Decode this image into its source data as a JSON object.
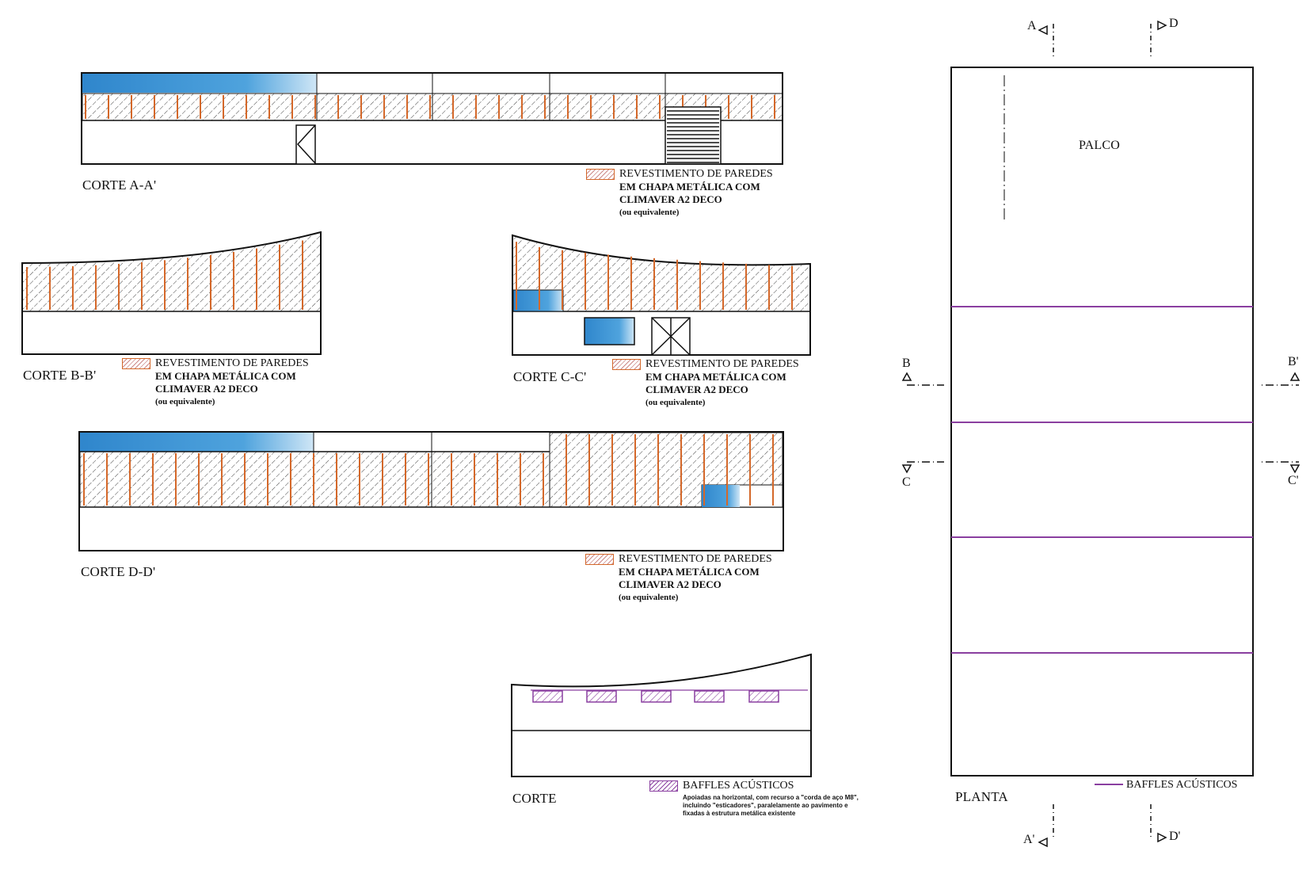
{
  "sections": {
    "aa": {
      "label": "CORTE A-A'"
    },
    "bb": {
      "label": "CORTE B-B'"
    },
    "cc": {
      "label": "CORTE C-C'"
    },
    "dd": {
      "label": "CORTE D-D'"
    },
    "corte": {
      "label": "CORTE"
    },
    "planta": {
      "label": "PLANTA",
      "room_label": "PALCO"
    }
  },
  "legend_wall": {
    "line1": "REVESTIMENTO DE PAREDES",
    "line2": "EM CHAPA METÁLICA COM",
    "line3": "CLIMAVER A2 DECO",
    "line4": "(ou equivalente)"
  },
  "legend_baffles": {
    "title": "BAFFLES ACÚSTICOS",
    "note": "Apoiadas na horizontal, com recurso a \"corda de aço M8\", incluindo \"esticadores\", paralelamente ao pavimento e fixadas à estrutura metálica existente"
  },
  "legend_planta": {
    "title": "BAFFLES ACÚSTICOS"
  },
  "section_marks": {
    "a": "A",
    "a_prime": "A'",
    "d": "D",
    "d_prime": "D'",
    "b": "B",
    "b_prime": "B'",
    "c": "C",
    "c_prime": "C'"
  },
  "colors": {
    "wall_cladding": "#d4682a",
    "glazing": "#3a8fd0",
    "baffles": "#8a3fa0",
    "line": "#111111"
  }
}
